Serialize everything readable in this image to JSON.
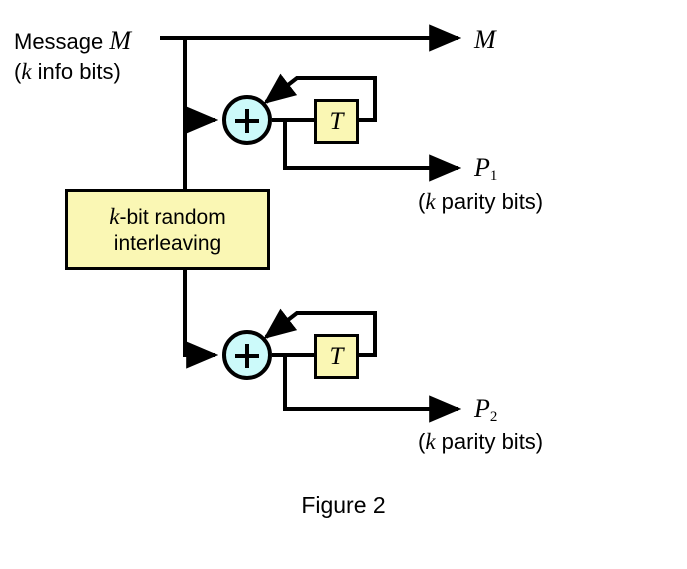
{
  "figure": {
    "caption": "Figure 2",
    "title_semantic": "turbo-encoder-block-diagram"
  },
  "labels": {
    "input_line1_text": "Message",
    "input_line1_symbol": "M",
    "input_line2": "(k info bits)",
    "input_line2_symbol": "k",
    "input_line2_prefix": "(",
    "input_line2_suffix": " info bits)",
    "output_m": "M",
    "output_p1_base": "P",
    "output_p1_sub": "1",
    "output_p1_note_prefix": "(",
    "output_p1_note_symbol": "k",
    "output_p1_note_suffix": " parity bits)",
    "output_p2_base": "P",
    "output_p2_sub": "2",
    "output_p2_note_prefix": "(",
    "output_p2_note_symbol": "k",
    "output_p2_note_suffix": " parity bits)"
  },
  "blocks": {
    "interleaver": {
      "line1_symbol": "k",
      "line1_rest": "-bit random",
      "line2": "interleaving",
      "fill": "#FAF7B4",
      "stroke": "#000000"
    },
    "delay_top": {
      "label": "T",
      "fill": "#FAF7B4",
      "stroke": "#000000"
    },
    "delay_bottom": {
      "label": "T",
      "fill": "#FAF7B4",
      "stroke": "#000000"
    },
    "adder_top": {
      "label": "+",
      "fill": "#CCFAFA",
      "stroke": "#000000"
    },
    "adder_bottom": {
      "label": "+",
      "fill": "#CCFAFA",
      "stroke": "#000000"
    }
  },
  "colors": {
    "background": "#FFFFFF",
    "wire": "#000000",
    "block_yellow": "#FAF7B4",
    "adder_cyan": "#CCFAFA"
  }
}
